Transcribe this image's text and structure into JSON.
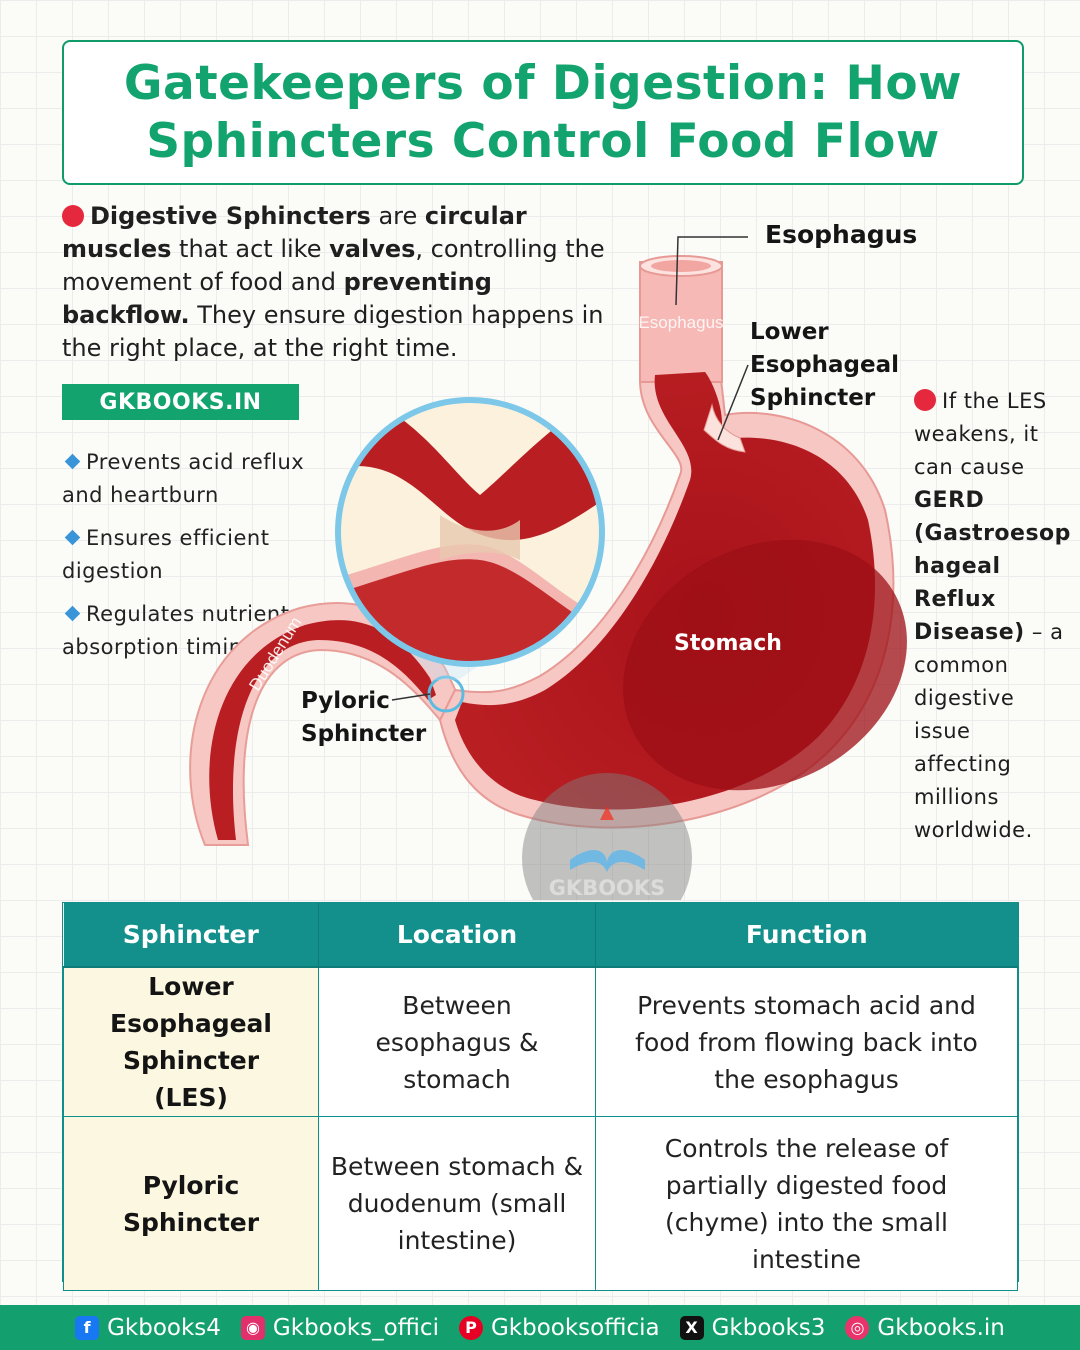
{
  "title": {
    "line1": "Gatekeepers of Digestion: How",
    "line2": "Sphincters Control Food Flow"
  },
  "intro": {
    "t1": "Digestive Sphincters",
    "t2": " are ",
    "t3": "circular muscles",
    "t4": " that act like ",
    "t5": "valves",
    "t6": ", controlling the movement of food and ",
    "t7": "preventing backflow.",
    "t8": " They ensure digestion happens in the right place, at the right time."
  },
  "site_tag": "GKBOOKS.IN",
  "benefits": [
    "Prevents acid reflux and heartburn",
    "Ensures efficient digestion",
    "Regulates nutrient absorption timing"
  ],
  "diagram": {
    "esophagus_label": "Esophagus",
    "esophagus_inner": "Esophagus",
    "les_label_1": "Lower",
    "les_label_2": "Esophageal",
    "les_label_3": "Sphincter",
    "stomach_label": "Stomach",
    "duodenum_label": "Duodenum",
    "pyloric_label_1": "Pyloric",
    "pyloric_label_2": "Sphincter",
    "watermark": "GKBOOKS"
  },
  "gerd_note": {
    "t1": "If the LES weakens, it can cause ",
    "t2": "GERD (Gastroesop hageal Reflux Disease)",
    "t3": " – a common digestive issue affecting millions worldwide."
  },
  "table": {
    "headers": [
      "Sphincter",
      "Location",
      "Function"
    ],
    "rows": [
      {
        "sphincter": "Lower Esophageal Sphincter (LES)",
        "location": "Between esophagus & stomach",
        "function": "Prevents stomach acid and food from flowing back into the esophagus"
      },
      {
        "sphincter": "Pyloric Sphincter",
        "location": "Between stomach & duodenum (small intestine)",
        "function": "Controls the release of partially digested food (chyme) into the small intestine"
      }
    ]
  },
  "footer": [
    {
      "icon": "facebook-icon",
      "text": "Gkbooks4",
      "color": "#1877f2"
    },
    {
      "icon": "instagram-icon",
      "text": "Gkbooks_offici",
      "color": "#e1306c"
    },
    {
      "icon": "pinterest-icon",
      "text": "Gkbooksofficia",
      "color": "#e60023"
    },
    {
      "icon": "x-icon",
      "text": "Gkbooks3",
      "color": "#111111"
    },
    {
      "icon": "globe-icon",
      "text": "Gkbooks.in",
      "color": "#e8336b"
    }
  ],
  "colors": {
    "brand_green": "#12a36e",
    "table_teal": "#14908c",
    "stomach_red": "#b3161b",
    "accent_red": "#e5283e"
  }
}
